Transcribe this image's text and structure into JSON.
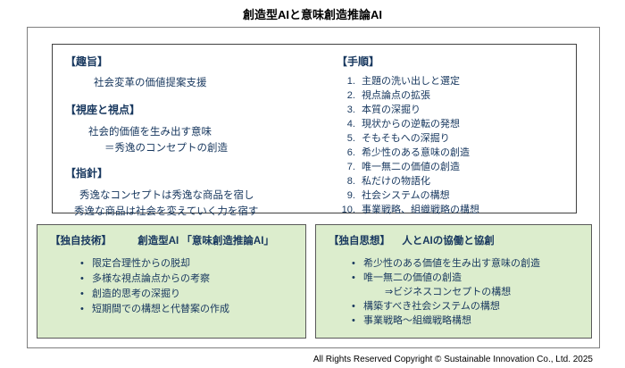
{
  "page": {
    "title": "創造型AIと意味創造推論AI",
    "copyright": "All Rights Reserved Copyright © Sustainable Innovation Co., Ltd. 2025"
  },
  "overview": {
    "purpose_heading": "【趣旨】",
    "purpose_text": "社会変革の価値提案支援",
    "perspective_heading": "【視座と視点】",
    "perspective_line1": "社会的価値を生み出す意味",
    "perspective_line2": "＝秀逸のコンセプトの創造",
    "policy_heading": "【指針】",
    "policy_line1": "秀逸なコンセプトは秀逸な商品を宿し",
    "policy_line2": "秀逸な商品は社会を変えていく力を宿す",
    "steps_heading": "【手順】",
    "steps": [
      "主題の洗い出しと選定",
      "視点論点の拡張",
      "本質の深掘り",
      "現状からの逆転の発想",
      "そもそもへの深掘り",
      "希少性のある意味の創造",
      "唯一無二の価値の創造",
      "私だけの物語化",
      "社会システムの構想",
      "事業戦略、組織戦略の構想"
    ]
  },
  "tech_box": {
    "heading": "【独自技術】",
    "subheading": "創造型AI 「意味創造推論AI」",
    "bullets": [
      "限定合理性からの脱却",
      "多様な視点論点からの考察",
      "創造的思考の深掘り",
      "短期間での構想と代替案の作成"
    ]
  },
  "philosophy_box": {
    "heading": "【独自思想】",
    "subheading": "人とAIの協働と協創",
    "bullets": [
      "希少性のある価値を生み出す意味の創造",
      "唯一無二の価値の創造",
      "構築すべき社会システムの構想",
      "事業戦略～組織戦略構想"
    ],
    "bullet2_subline": "⇒ビジネスコンセプトの構想"
  },
  "colors": {
    "green_fill": "#dcedcd",
    "text_navy": "#17375e"
  }
}
